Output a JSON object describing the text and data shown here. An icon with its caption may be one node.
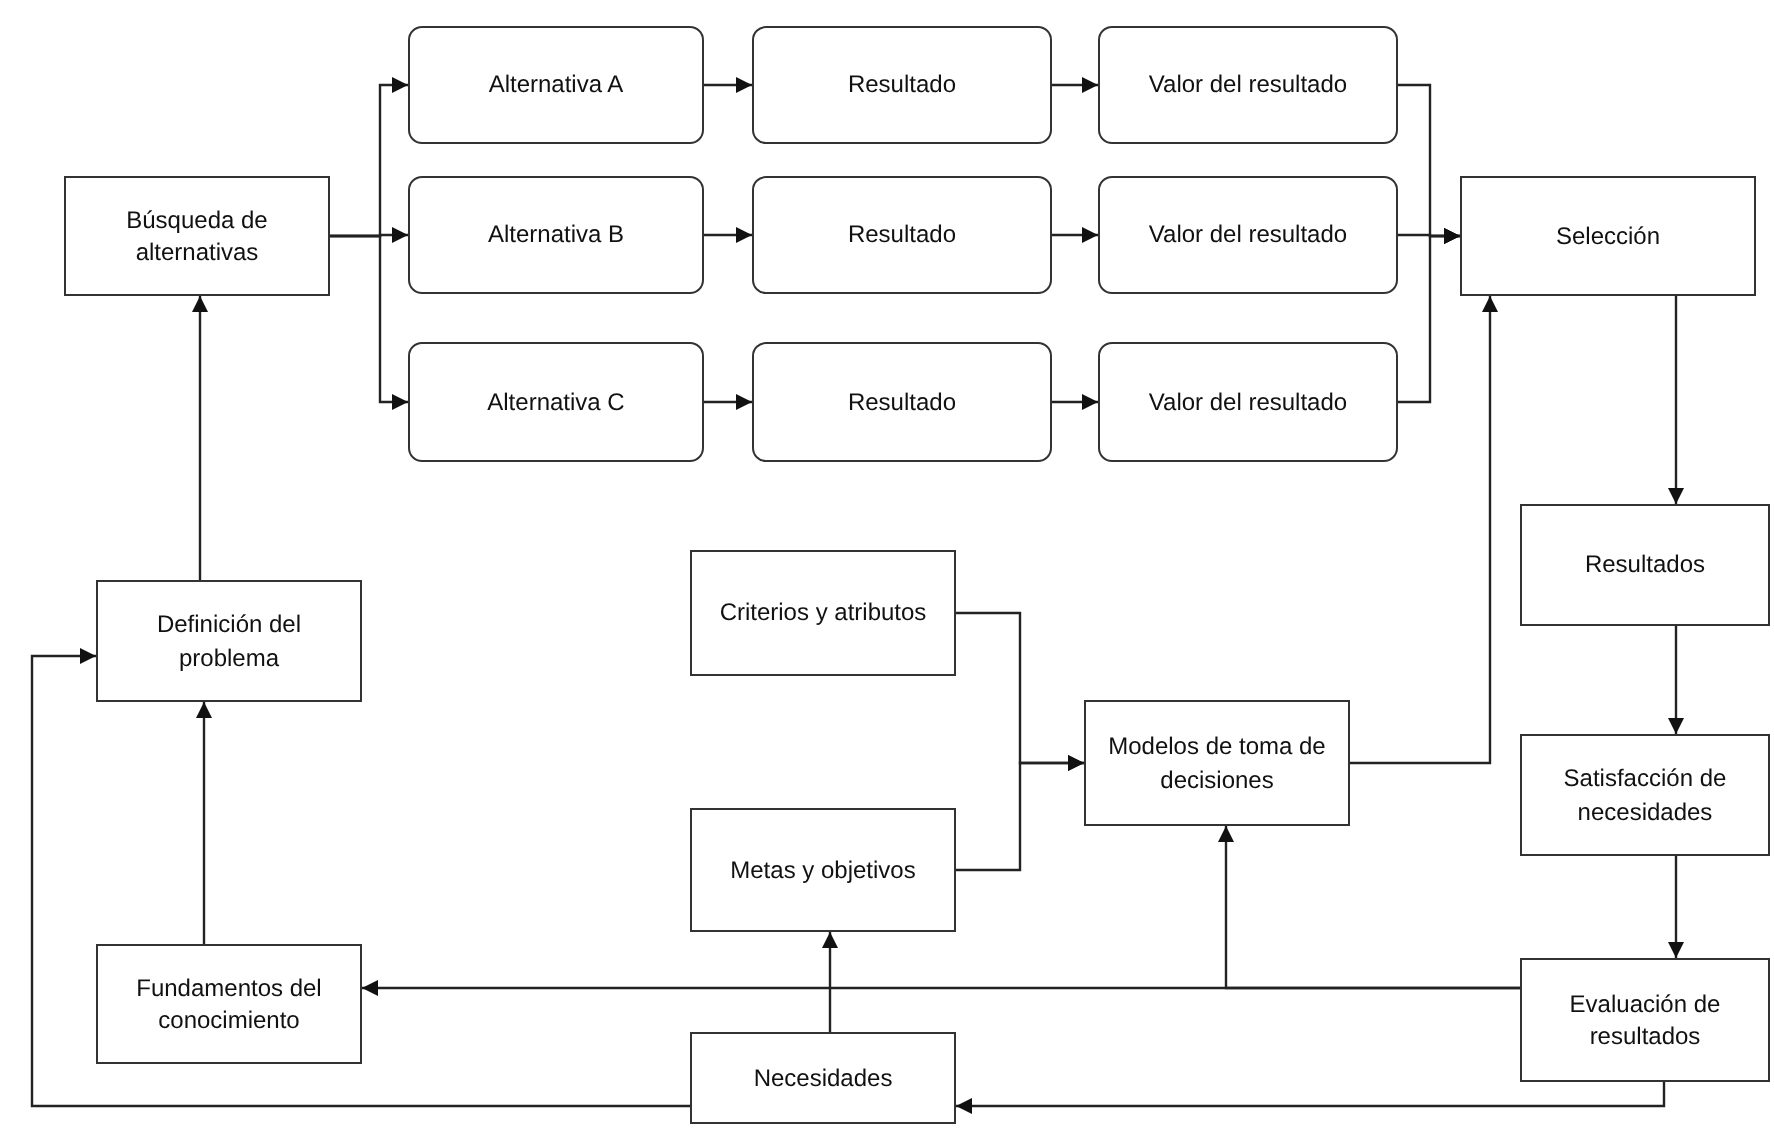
{
  "diagram": {
    "nodes": [
      {
        "text": [
          "Búsqueda de alternativas"
        ]
      },
      {
        "text": [
          "Alternativa A"
        ]
      },
      {
        "text": [
          "Resultado"
        ]
      },
      {
        "text": [
          "Valor del resultado"
        ]
      },
      {
        "text": [
          "Alternativa B"
        ]
      },
      {
        "text": [
          "Resultado"
        ]
      },
      {
        "text": [
          "Valor del resultado"
        ]
      },
      {
        "text": [
          "Alternativa C"
        ]
      },
      {
        "text": [
          "Resultado"
        ]
      },
      {
        "text": [
          "Valor del resultado"
        ]
      },
      {
        "text": [
          "Selección"
        ]
      },
      {
        "text": [
          "Definición del problema"
        ]
      },
      {
        "text": [
          "Criterios y atributos"
        ]
      },
      {
        "text": [
          "Metas y objetivos"
        ]
      },
      {
        "text": [
          "Modelos de toma de decisiones"
        ]
      },
      {
        "text": [
          "Resultados"
        ]
      },
      {
        "text": [
          "Satisfacción de necesidades"
        ]
      },
      {
        "text": [
          "Fundamentos del conocimiento"
        ]
      },
      {
        "text": [
          "Evaluación de resultados"
        ]
      },
      {
        "text": [
          "Necesidades"
        ]
      }
    ],
    "edges": [
      {
        "from": 0,
        "to": 1,
        "arrow": "to"
      },
      {
        "from": 0,
        "to": 4,
        "arrow": "to"
      },
      {
        "from": 0,
        "to": 7,
        "arrow": "to"
      },
      {
        "from": 1,
        "to": 2,
        "arrow": "to"
      },
      {
        "from": 2,
        "to": 3,
        "arrow": "to"
      },
      {
        "from": 4,
        "to": 5,
        "arrow": "to"
      },
      {
        "from": 5,
        "to": 6,
        "arrow": "to"
      },
      {
        "from": 7,
        "to": 8,
        "arrow": "to"
      },
      {
        "from": 8,
        "to": 9,
        "arrow": "to"
      },
      {
        "from": 3,
        "to": 10,
        "arrow": "to"
      },
      {
        "from": 6,
        "to": 10,
        "arrow": "to"
      },
      {
        "from": 9,
        "to": 10,
        "arrow": "to"
      },
      {
        "from": 14,
        "to": 10,
        "arrow": "to"
      },
      {
        "from": 10,
        "to": 15,
        "arrow": "to"
      },
      {
        "from": 15,
        "to": 16,
        "arrow": "to"
      },
      {
        "from": 16,
        "to": 18,
        "arrow": "to"
      },
      {
        "from": 11,
        "to": 0,
        "arrow": "to"
      },
      {
        "from": 17,
        "to": 11,
        "arrow": "to"
      },
      {
        "from": 12,
        "to": 14,
        "arrow": "to"
      },
      {
        "from": 13,
        "to": 14,
        "arrow": "to"
      },
      {
        "from": 19,
        "to": 13,
        "arrow": "to"
      },
      {
        "from": 18,
        "to": 17,
        "arrow": "to"
      },
      {
        "from": 18,
        "to": 14,
        "arrow": "to"
      },
      {
        "from": 18,
        "to": 19,
        "arrow": "to"
      },
      {
        "from": 19,
        "to": 11,
        "arrow": "to"
      }
    ]
  }
}
